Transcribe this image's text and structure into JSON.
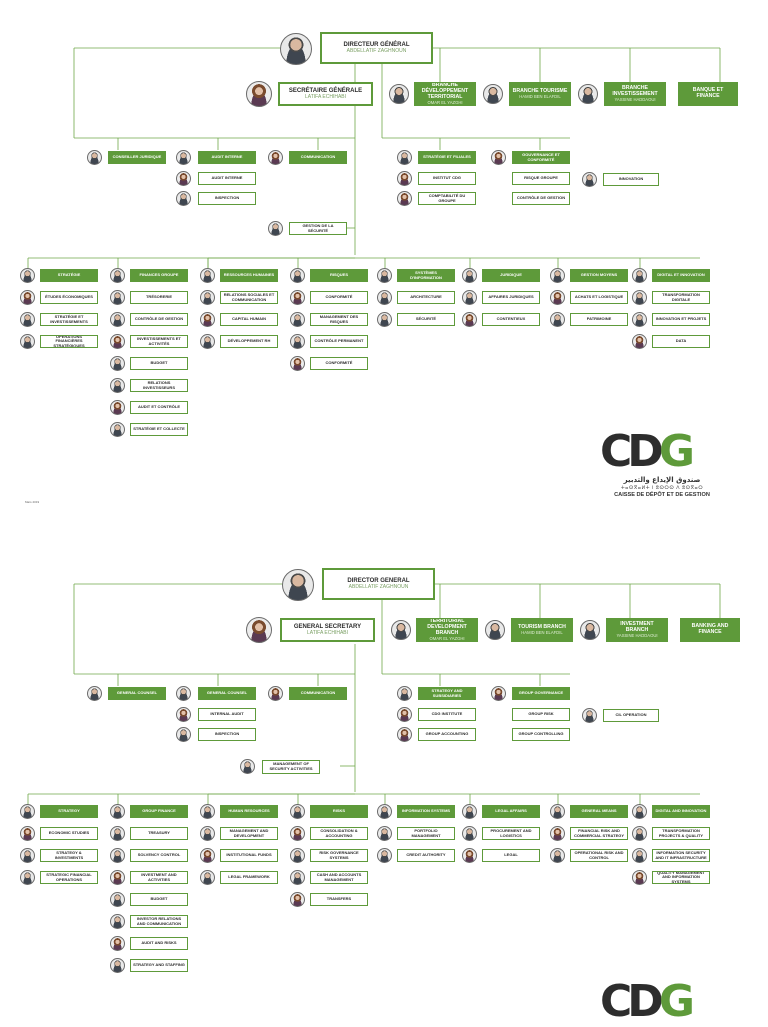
{
  "page1": {
    "stamp": "Mars 2019",
    "directeur": {
      "title": "DIRECTEUR GÉNÉRAL",
      "name": "ABDELLATIF ZAGHNOUN"
    },
    "secretaire": {
      "title": "SECRÉTAIRE GÉNÉRALE",
      "name": "LATIFA ECHIHABI"
    },
    "branches": [
      {
        "title": "BRANCHE DÉVELOPPEMENT TERRITORIAL",
        "name": "OMAR EL YAZGHI"
      },
      {
        "title": "BRANCHE TOURISME",
        "name": "HAMID BEN ELAFDIL"
      },
      {
        "title": "BRANCHE INVESTISSEMENT",
        "name": "YASSINE HADDAOUI"
      },
      {
        "title": "BANQUE ET FINANCE",
        "name": ""
      }
    ],
    "sg_units": [
      {
        "title": "CONSEILLER JURIDIQUE",
        "name": ""
      },
      {
        "title": "AUDIT INTERNE",
        "name": ""
      },
      {
        "title": "INSPECTION",
        "name": ""
      },
      {
        "title": "COMMUNICATION",
        "name": ""
      }
    ],
    "right_units": [
      {
        "title": "STRATÉGIE ET FILIALES",
        "name": ""
      },
      {
        "title": "INSTITUT CDG",
        "name": ""
      },
      {
        "title": "COMPTABILITÉ DU GROUPE",
        "name": ""
      },
      {
        "title": "GOUVERNANCE ET CONFORMITÉ",
        "name": ""
      },
      {
        "title": "RISQUE GROUPE",
        "name": ""
      },
      {
        "title": "CONTRÔLE DE GESTION",
        "name": ""
      },
      {
        "title": "INNOVATION",
        "name": ""
      }
    ],
    "security": {
      "title": "GESTION DE LA SÉCURITÉ",
      "name": ""
    },
    "divisions": [
      {
        "title": "STRATÉGIE",
        "items": [
          "ÉTUDES ÉCONOMIQUES",
          "STRATÉGIE ET INVESTISSEMENTS",
          "OPÉRATIONS FINANCIÈRES STRATÉGIQUES"
        ]
      },
      {
        "title": "FINANCES GROUPE",
        "items": [
          "TRÉSORERIE",
          "CONTRÔLE DE GESTION",
          "INVESTISSEMENTS ET ACTIVITÉS",
          "BUDGET",
          "RELATIONS INVESTISSEURS",
          "AUDIT ET CONTRÔLE",
          "STRATÉGIE ET COLLECTE"
        ]
      },
      {
        "title": "RESSOURCES HUMAINES",
        "items": [
          "RELATIONS SOCIALES ET COMMUNICATION",
          "CAPITAL HUMAIN",
          "DÉVELOPPEMENT RH"
        ]
      },
      {
        "title": "RISQUES",
        "items": [
          "CONFORMITÉ",
          "MANAGEMENT DES RISQUES",
          "CONTRÔLE PERMANENT",
          "CONFORMITÉ"
        ]
      },
      {
        "title": "SYSTÈMES D'INFORMATION",
        "items": [
          "ARCHITECTURE",
          "SÉCURITÉ"
        ]
      },
      {
        "title": "JURIDIQUE",
        "items": [
          "AFFAIRES JURIDIQUES",
          "CONTENTIEUX"
        ]
      },
      {
        "title": "GESTION MOYENS",
        "items": [
          "ACHATS ET LOGISTIQUE",
          "PATRIMOINE"
        ]
      },
      {
        "title": "DIGITAL ET INNOVATION",
        "items": [
          "TRANSFORMATION DIGITALE",
          "INNOVATION ET PROJETS",
          "DATA"
        ]
      }
    ],
    "logo": {
      "mark_a": "CD",
      "mark_b": "G",
      "arabic": "صندوق الإيداع والتدبير",
      "tifinagh": "ⵜⴰⵙⴳⴰⵍⵜ ⵏ ⵓⵙⵔⵙ ⴷ ⵓⵙⴳⴰⵔ",
      "french": "CAISSE DE DÉPÔT ET DE GESTION"
    }
  },
  "page2": {
    "directeur": {
      "title": "DIRECTOR GENERAL",
      "name": "ABDELLATIF ZAGHNOUN"
    },
    "secretaire": {
      "title": "GENERAL SECRETARY",
      "name": "LATIFA ECHIHABI"
    },
    "branches": [
      {
        "title": "TERRITORIAL DEVELOPMENT BRANCH",
        "name": "OMAR EL YAZGHI"
      },
      {
        "title": "TOURISM BRANCH",
        "name": "HAMID BEN ELAFDIL"
      },
      {
        "title": "INVESTMENT BRANCH",
        "name": "YASSINE HADDAOUI"
      },
      {
        "title": "BANKING AND FINANCE",
        "name": ""
      }
    ],
    "sg_units": [
      {
        "title": "GENERAL COUNSEL",
        "name": ""
      },
      {
        "title": "INTERNAL AUDIT",
        "name": ""
      },
      {
        "title": "INSPECTION",
        "name": ""
      },
      {
        "title": "COMMUNICATION",
        "name": ""
      }
    ],
    "right_units": [
      {
        "title": "STRATEGY AND SUBSIDIARIES",
        "name": ""
      },
      {
        "title": "CDG INSTITUTE",
        "name": ""
      },
      {
        "title": "GROUP ACCOUNTING",
        "name": ""
      },
      {
        "title": "GROUP GOVERNANCE",
        "name": ""
      },
      {
        "title": "GROUP RISK",
        "name": ""
      },
      {
        "title": "GROUP CONTROLLING",
        "name": ""
      },
      {
        "title": "CIL OPERATION",
        "name": ""
      }
    ],
    "security": {
      "title": "MANAGEMENT OF SECURITY ACTIVITIES",
      "name": ""
    },
    "divisions": [
      {
        "title": "STRATEGY",
        "items": [
          "ECONOMIC STUDIES",
          "STRATEGY & INVESTMENTS",
          "STRATEGIC FINANCIAL OPERATIONS"
        ]
      },
      {
        "title": "GROUP FINANCE",
        "items": [
          "TREASURY",
          "SOLVENCY CONTROL",
          "INVESTMENT AND ACTIVITIES",
          "BUDGET",
          "INVESTOR RELATIONS AND COMMUNICATION",
          "AUDIT AND RISKS",
          "STRATEGY AND STAFFING"
        ]
      },
      {
        "title": "HUMAN RESOURCES",
        "items": [
          "MANAGEMENT AND DEVELOPMENT",
          "INSTITUTIONAL FUNDS",
          "LEGAL FRAMEWORK"
        ]
      },
      {
        "title": "RISKS",
        "items": [
          "CONSOLIDATION & ACCOUNTING",
          "RISK GOVERNANCE SYSTEMS",
          "CASH AND ACCOUNTS MANAGEMENT",
          "TRANSFERS"
        ]
      },
      {
        "title": "INFORMATION SYSTEMS",
        "items": [
          "PORTFOLIO MANAGEMENT",
          "CREDIT AUTHORITY"
        ]
      },
      {
        "title": "LEGAL AFFAIRS",
        "items": [
          "PROCUREMENT AND LOGISTICS",
          "LEGAL"
        ]
      },
      {
        "title": "GENERAL MEANS",
        "items": [
          "FINANCIAL RISK AND COMMERCIAL STRATEGY",
          "OPERATIONAL RISK AND CONTROL"
        ]
      },
      {
        "title": "DIGITAL AND INNOVATION",
        "items": [
          "TRANSFORMATION PROJECTS & QUALITY",
          "INFORMATION SECURITY AND IT INFRASTRUCTURE",
          "QUALITY MANAGEMENT AND INFORMATION SYSTEMS"
        ]
      }
    ],
    "logo": {
      "mark_a": "CD",
      "mark_b": "G"
    }
  }
}
